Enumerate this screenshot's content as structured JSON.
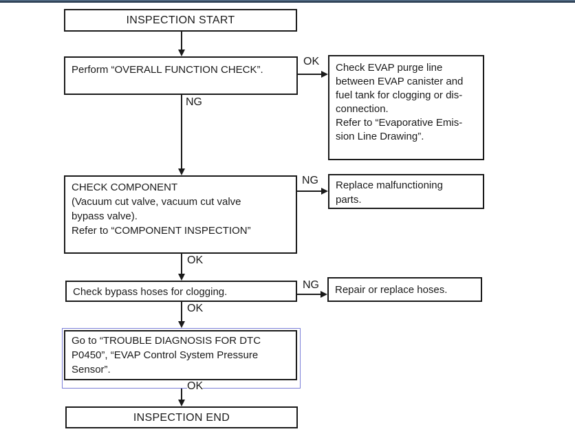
{
  "colors": {
    "background": "#ffffff",
    "box_border": "#1a1a1a",
    "text": "#1a1a1a",
    "highlight_border": "#7b7fd8",
    "top_bar": "#32455a"
  },
  "flowchart": {
    "nodes": {
      "start": {
        "label": "INSPECTION START"
      },
      "overall": {
        "text": "Perform “OVERALL FUNCTION CHECK”."
      },
      "component": {
        "text": "CHECK COMPONENT\n(Vacuum cut valve, vacuum cut valve\nbypass valve).\nRefer to “COMPONENT INSPECTION”"
      },
      "bypass": {
        "text": "Check bypass hoses for clogging."
      },
      "goto_dtc": {
        "text": "Go to “TROUBLE DIAGNOSIS FOR DTC\nP0450”, “EVAP Control System Pressure\nSensor”."
      },
      "end": {
        "label": "INSPECTION END"
      },
      "side_purge": {
        "text": "Check EVAP purge line\nbetween EVAP canister and\nfuel tank for clogging or dis-\nconnection.\nRefer to “Evaporative Emis-\nsion Line Drawing”."
      },
      "side_replace": {
        "text": "Replace malfunctioning\nparts."
      },
      "side_repair": {
        "text": "Repair or replace hoses."
      }
    },
    "edge_labels": {
      "overall_ok": "OK",
      "overall_ng": "NG",
      "component_ng": "NG",
      "component_ok": "OK",
      "bypass_ng": "NG",
      "bypass_ok": "OK",
      "goto_ok": "OK"
    }
  }
}
